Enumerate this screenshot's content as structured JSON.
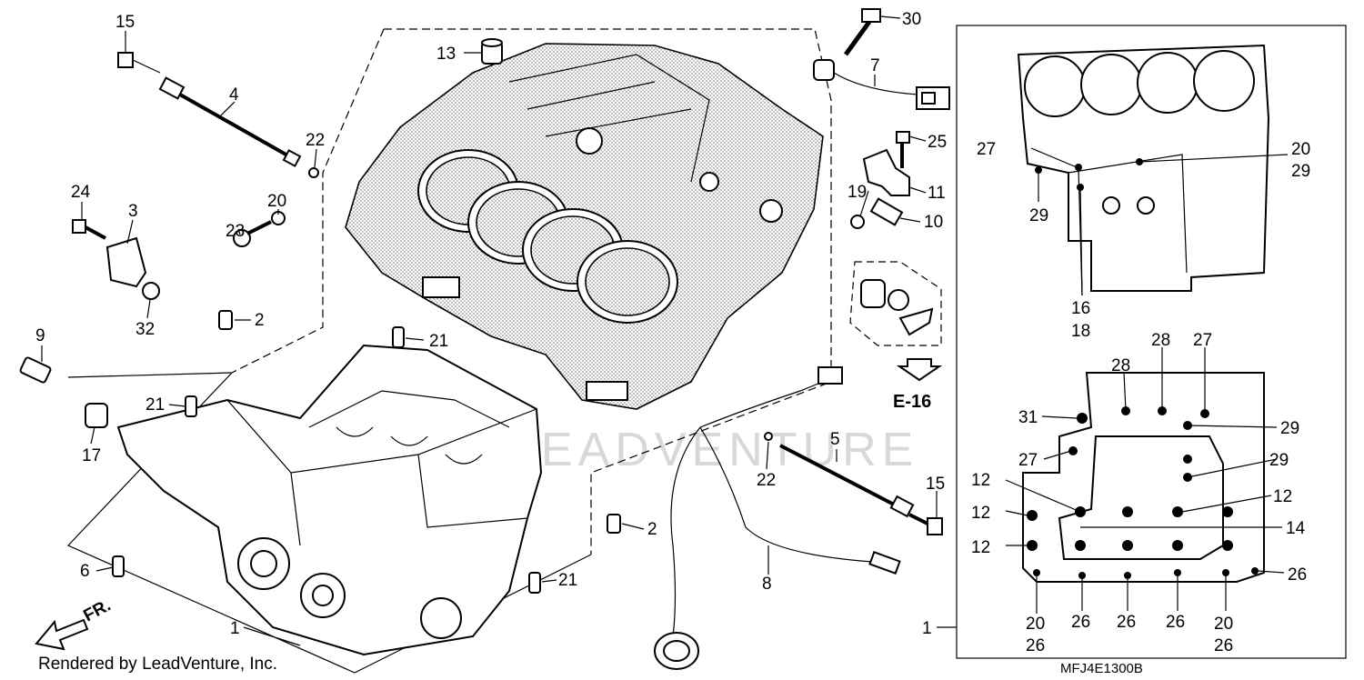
{
  "callouts": [
    {
      "id": "c15a",
      "text": "15"
    },
    {
      "id": "c4",
      "text": "4"
    },
    {
      "id": "c22a",
      "text": "22"
    },
    {
      "id": "c13",
      "text": "13"
    },
    {
      "id": "c30",
      "text": "30"
    },
    {
      "id": "c7",
      "text": "7"
    },
    {
      "id": "c24",
      "text": "24"
    },
    {
      "id": "c3",
      "text": "3"
    },
    {
      "id": "c20a",
      "text": "20"
    },
    {
      "id": "c23",
      "text": "23"
    },
    {
      "id": "c25",
      "text": "25"
    },
    {
      "id": "c19",
      "text": "19"
    },
    {
      "id": "c11",
      "text": "11"
    },
    {
      "id": "c10",
      "text": "10"
    },
    {
      "id": "c32",
      "text": "32"
    },
    {
      "id": "c2a",
      "text": "2"
    },
    {
      "id": "c9",
      "text": "9"
    },
    {
      "id": "c21a",
      "text": "21"
    },
    {
      "id": "c21b",
      "text": "21"
    },
    {
      "id": "c17",
      "text": "17"
    },
    {
      "id": "c5",
      "text": "5"
    },
    {
      "id": "c22b",
      "text": "22"
    },
    {
      "id": "c15b",
      "text": "15"
    },
    {
      "id": "c2b",
      "text": "2"
    },
    {
      "id": "c6",
      "text": "6"
    },
    {
      "id": "c21c",
      "text": "21"
    },
    {
      "id": "c8",
      "text": "8"
    },
    {
      "id": "c1a",
      "text": "1"
    },
    {
      "id": "c1b",
      "text": "1"
    },
    {
      "id": "r27a",
      "text": "27"
    },
    {
      "id": "r20a",
      "text": "20"
    },
    {
      "id": "r29a",
      "text": "29"
    },
    {
      "id": "r29b",
      "text": "29"
    },
    {
      "id": "r16",
      "text": "16"
    },
    {
      "id": "r18",
      "text": "18"
    },
    {
      "id": "r28a",
      "text": "28"
    },
    {
      "id": "r28b",
      "text": "28"
    },
    {
      "id": "r27b",
      "text": "27"
    },
    {
      "id": "r31",
      "text": "31"
    },
    {
      "id": "r29c",
      "text": "29"
    },
    {
      "id": "r27c",
      "text": "27"
    },
    {
      "id": "r29d",
      "text": "29"
    },
    {
      "id": "r12a",
      "text": "12"
    },
    {
      "id": "r12b",
      "text": "12"
    },
    {
      "id": "r12c",
      "text": "12"
    },
    {
      "id": "r12d",
      "text": "12"
    },
    {
      "id": "r14",
      "text": "14"
    },
    {
      "id": "r26a",
      "text": "26"
    },
    {
      "id": "r20b",
      "text": "20"
    },
    {
      "id": "r26b",
      "text": "26"
    },
    {
      "id": "r26c",
      "text": "26"
    },
    {
      "id": "r26d",
      "text": "26"
    },
    {
      "id": "r26e",
      "text": "26"
    },
    {
      "id": "r20c",
      "text": "20"
    },
    {
      "id": "r26f",
      "text": "26"
    }
  ],
  "reference": "E-16",
  "direction": "FR.",
  "footer_left": "Rendered by LeadVenture, Inc.",
  "footer_code": "MFJ4E1300B",
  "watermark": "LEADVENTURE"
}
